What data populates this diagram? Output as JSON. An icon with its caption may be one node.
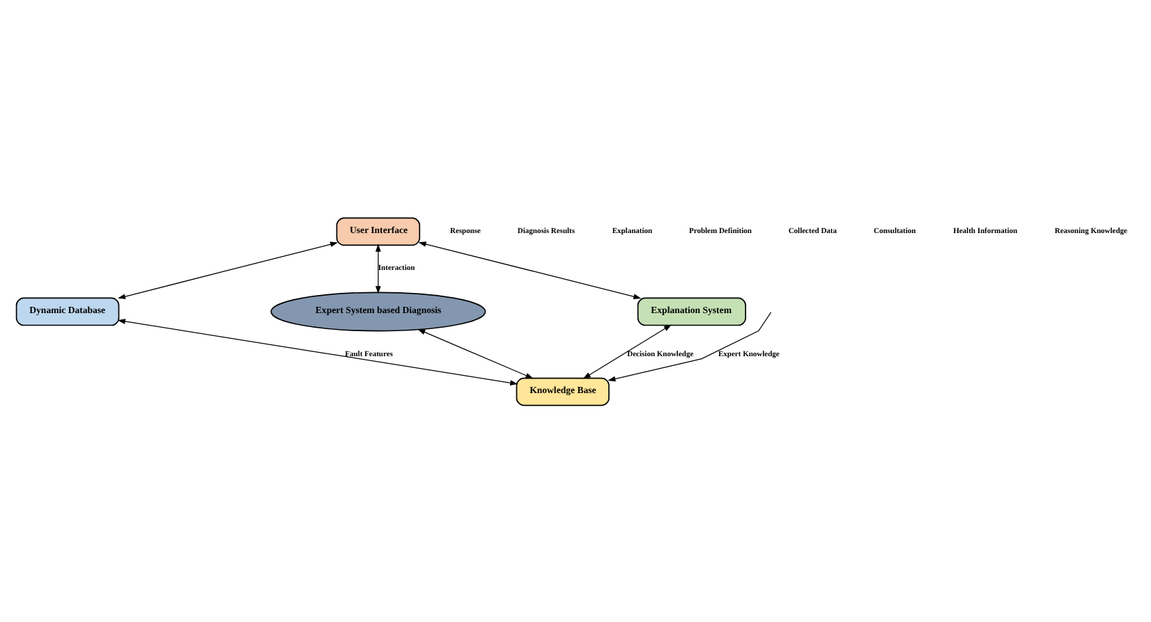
{
  "diagram": {
    "nodes": [
      {
        "text": [
          "User Interface"
        ]
      },
      {
        "text": [
          "Dynamic Database"
        ]
      },
      {
        "text": [
          "Expert System based Diagnosis"
        ]
      },
      {
        "text": [
          "Explanation System"
        ]
      },
      {
        "text": [
          "Knowledge Base"
        ]
      }
    ],
    "edges": [
      {
        "from": 1,
        "to": 0,
        "arrow": "both"
      },
      {
        "from": 0,
        "to": 2,
        "arrow": "both",
        "label": "Interaction"
      },
      {
        "from": 3,
        "to": 0,
        "arrow": "both"
      },
      {
        "from": 2,
        "to": 4,
        "arrow": "both"
      },
      {
        "from": 1,
        "to": 4,
        "arrow": "both",
        "label": "Fault Features"
      },
      {
        "from": 3,
        "to": 4,
        "arrow": "both",
        "label": "Decision Knowledge"
      },
      {
        "from": null,
        "to": 4,
        "arrow": "to",
        "label": "Expert Knowledge"
      }
    ],
    "labels": [
      "Response",
      "Diagnosis Results",
      "Explanation",
      "Problem Definition",
      "Collected Data",
      "Consultation",
      "Health Information",
      "Reasoning Knowledge"
    ]
  }
}
